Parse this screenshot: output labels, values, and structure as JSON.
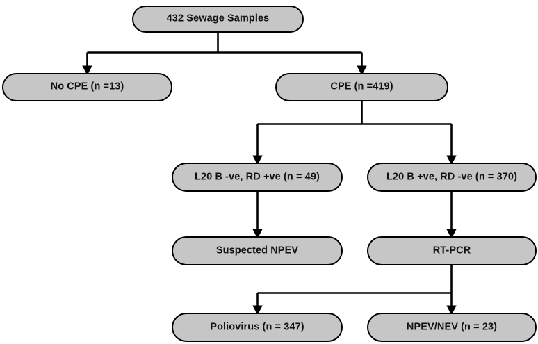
{
  "diagram": {
    "title": "Sewage sample processing flowchart",
    "colors": {
      "node_fill": "#c6c6c6",
      "node_border": "#000000",
      "connector": "#000000",
      "background": "#ffffff"
    },
    "nodes": [
      {
        "id": "total",
        "label": "432 Sewage Samples",
        "row": 1
      },
      {
        "id": "no_cpe",
        "label": "No CPE (n =13)",
        "row": 2
      },
      {
        "id": "cpe",
        "label": "CPE (n =419)",
        "row": 2
      },
      {
        "id": "l20b_neg",
        "label": "L20 B -ve, RD +ve (n = 49)",
        "row": 3
      },
      {
        "id": "l20b_pos",
        "label": "L20 B +ve, RD -ve (n = 370)",
        "row": 3
      },
      {
        "id": "suspected",
        "label": "Suspected NPEV",
        "row": 4
      },
      {
        "id": "rtpcr",
        "label": "RT-PCR",
        "row": 4
      },
      {
        "id": "poliovirus",
        "label": "Poliovirus (n = 347)",
        "row": 5
      },
      {
        "id": "npev",
        "label": "NPEV/NEV (n = 23)",
        "row": 5
      }
    ],
    "connectors": [
      {
        "from": "total",
        "to": "no_cpe",
        "style": "elbow-left"
      },
      {
        "from": "total",
        "to": "cpe",
        "style": "elbow-right"
      },
      {
        "from": "cpe",
        "to": "l20b_neg",
        "style": "elbow-left"
      },
      {
        "from": "cpe",
        "to": "l20b_pos",
        "style": "elbow-right"
      },
      {
        "from": "l20b_neg",
        "to": "suspected",
        "style": "straight"
      },
      {
        "from": "l20b_pos",
        "to": "rtpcr",
        "style": "straight"
      },
      {
        "from": "rtpcr",
        "to": "poliovirus",
        "style": "elbow-left"
      },
      {
        "from": "rtpcr",
        "to": "npev",
        "style": "straight"
      }
    ]
  }
}
